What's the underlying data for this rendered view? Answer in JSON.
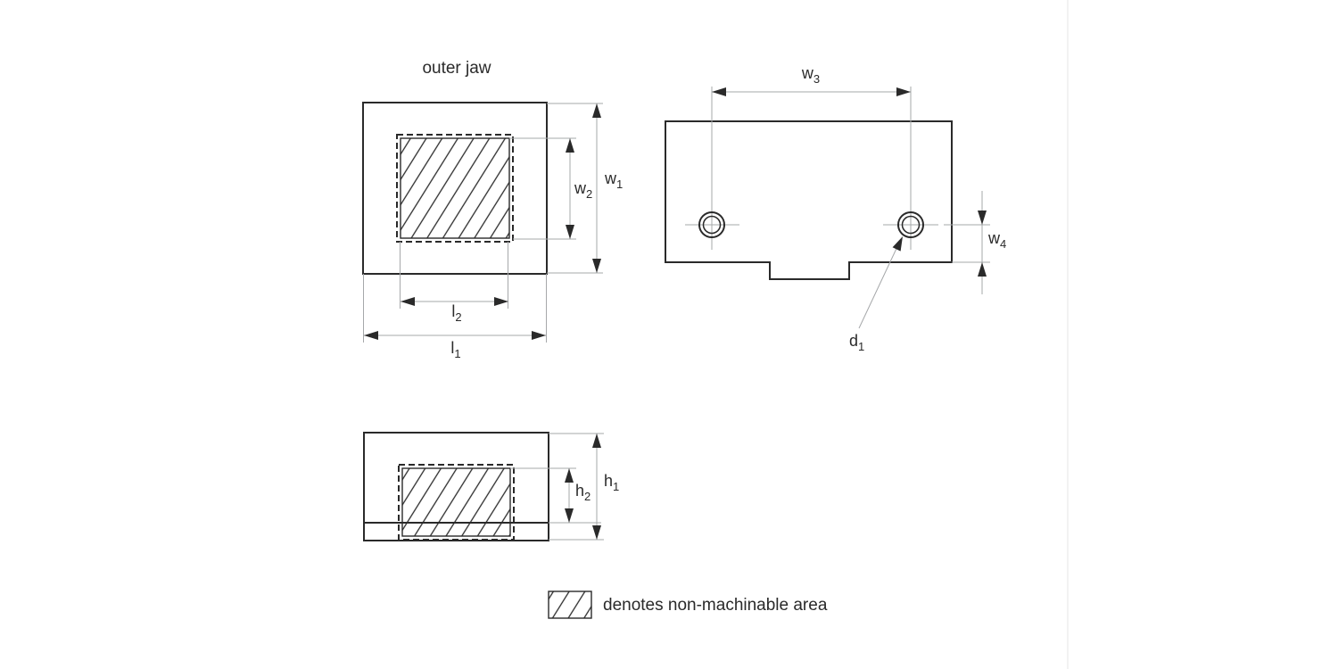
{
  "title": "outer jaw",
  "legend": {
    "text": "denotes non-machinable area"
  },
  "colors": {
    "line": "#2a2a2a",
    "dim": "#a6a8aa",
    "background": "#ffffff",
    "divider": "#e5e5e5"
  },
  "dimensions": {
    "w1": {
      "base": "w",
      "sub": "1"
    },
    "w2": {
      "base": "w",
      "sub": "2"
    },
    "w3": {
      "base": "w",
      "sub": "3"
    },
    "w4": {
      "base": "w",
      "sub": "4"
    },
    "l1": {
      "base": "l",
      "sub": "1"
    },
    "l2": {
      "base": "l",
      "sub": "2"
    },
    "h1": {
      "base": "h",
      "sub": "1"
    },
    "h2": {
      "base": "h",
      "sub": "2"
    },
    "d1": {
      "base": "d",
      "sub": "1"
    }
  }
}
